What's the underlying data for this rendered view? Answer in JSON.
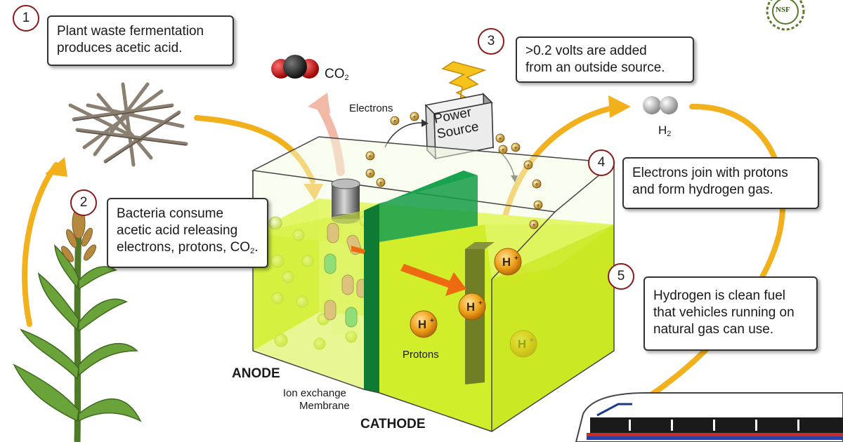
{
  "steps": [
    {
      "number": "1",
      "lines": [
        "Plant waste fermentation",
        "produces acetic acid."
      ]
    },
    {
      "number": "2",
      "lines": [
        "Bacteria consume",
        "acetic acid releasing",
        "electrons, protons, CO"
      ],
      "sub": "2",
      "suffix": "."
    },
    {
      "number": "3",
      "lines": [
        ">0.2 volts are added",
        "from an outside source."
      ]
    },
    {
      "number": "4",
      "lines": [
        "Electrons join with protons",
        "and form hydrogen gas."
      ]
    },
    {
      "number": "5",
      "lines": [
        "Hydrogen is clean fuel",
        "that vehicles running on",
        "natural gas can use."
      ]
    }
  ],
  "labels": {
    "co2": "CO",
    "co2_sub": "2",
    "h2": "H",
    "h2_sub": "2",
    "electrons": "Electrons",
    "power_source_line1": "Power",
    "power_source_line2": "Source",
    "anode": "ANODE",
    "cathode": "CATHODE",
    "membrane_line1": "Ion exchange",
    "membrane_line2": "Membrane",
    "protons": "Protons",
    "proton_symbol": "H",
    "proton_charge": "+",
    "electron_symbol": "e",
    "logo": "NSF"
  },
  "colors": {
    "liquid": "#d6f03a",
    "membrane": "#149c45",
    "arrow": "#f2b01c",
    "step_ring": "#8a1a1a",
    "proton": "#f0a21a",
    "co2_arrow": "#f2b8a8",
    "flow_arrow": "#ee6a10"
  }
}
